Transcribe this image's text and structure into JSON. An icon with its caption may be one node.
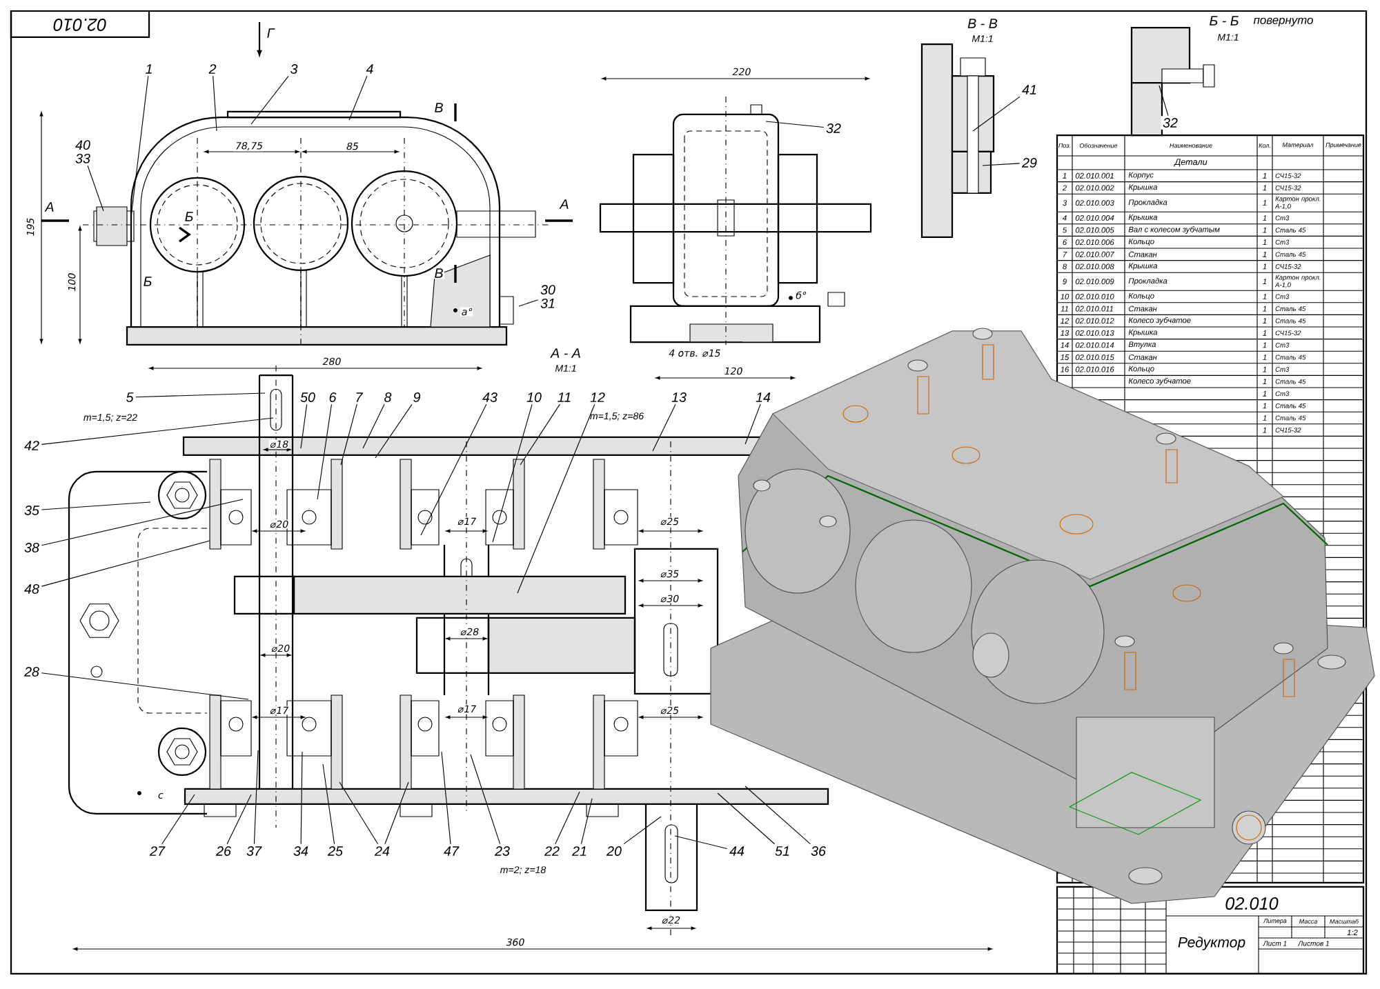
{
  "diagram": {
    "nodes": [
      {
        "text": [
          "1"
        ]
      },
      {
        "text": [
          "2"
        ]
      },
      {
        "text": [
          "3"
        ]
      },
      {
        "text": [
          "4"
        ]
      },
      {
        "text": [
          "40",
          "33"
        ]
      },
      {
        "text": [
          "30",
          "31"
        ]
      },
      {
        "text": [
          "32"
        ]
      },
      {
        "text": [
          "41"
        ]
      },
      {
        "text": [
          "29"
        ]
      },
      {
        "text": [
          "32"
        ]
      },
      {
        "text": [
          "5"
        ],
        "beside": [
          "m=1,5; z=22"
        ]
      },
      {
        "text": [
          "42"
        ]
      },
      {
        "text": [
          "50"
        ]
      },
      {
        "text": [
          "6"
        ]
      },
      {
        "text": [
          "7"
        ]
      },
      {
        "text": [
          "8"
        ]
      },
      {
        "text": [
          "9"
        ]
      },
      {
        "text": [
          "43"
        ]
      },
      {
        "text": [
          "10"
        ]
      },
      {
        "text": [
          "11"
        ]
      },
      {
        "text": [
          "12"
        ],
        "beside": [
          "m=1,5; z=86"
        ]
      },
      {
        "text": [
          "13"
        ]
      },
      {
        "text": [
          "14"
        ]
      },
      {
        "text": [
          "35"
        ]
      },
      {
        "text": [
          "38"
        ]
      },
      {
        "text": [
          "48"
        ]
      },
      {
        "text": [
          "28"
        ]
      },
      {
        "text": [
          "27"
        ]
      },
      {
        "text": [
          "26"
        ]
      },
      {
        "text": [
          "37"
        ]
      },
      {
        "text": [
          "34"
        ]
      },
      {
        "text": [
          "25"
        ]
      },
      {
        "text": [
          "24"
        ]
      },
      {
        "text": [
          "47"
        ]
      },
      {
        "text": [
          "23"
        ],
        "beside": [
          "m=2; z=18"
        ]
      },
      {
        "text": [
          "22"
        ]
      },
      {
        "text": [
          "21"
        ]
      },
      {
        "text": [
          "20"
        ]
      },
      {
        "text": [
          "44"
        ]
      },
      {
        "text": [
          "51"
        ]
      },
      {
        "text": [
          "36"
        ]
      }
    ],
    "edges": [
      {
        "from": 0,
        "to": null,
        "arrow": "none"
      },
      {
        "from": 1,
        "to": null,
        "arrow": "none"
      },
      {
        "from": 2,
        "to": null,
        "arrow": "none"
      },
      {
        "from": 3,
        "to": null,
        "arrow": "none"
      },
      {
        "from": 4,
        "to": null,
        "arrow": "none"
      },
      {
        "from": 5,
        "to": null,
        "arrow": "none"
      },
      {
        "from": 6,
        "to": null,
        "arrow": "none"
      },
      {
        "from": 7,
        "to": null,
        "arrow": "none"
      },
      {
        "from": 8,
        "to": null,
        "arrow": "none"
      },
      {
        "from": 9,
        "to": null,
        "arrow": "none"
      },
      {
        "from": 10,
        "to": null,
        "arrow": "none"
      },
      {
        "from": 11,
        "to": null,
        "arrow": "none"
      },
      {
        "from": 12,
        "to": null,
        "arrow": "none"
      },
      {
        "from": 13,
        "to": null,
        "arrow": "none"
      },
      {
        "from": 14,
        "to": null,
        "arrow": "none"
      },
      {
        "from": 15,
        "to": null,
        "arrow": "none"
      },
      {
        "from": 16,
        "to": null,
        "arrow": "none"
      },
      {
        "from": 17,
        "to": null,
        "arrow": "none"
      },
      {
        "from": 18,
        "to": null,
        "arrow": "none"
      },
      {
        "from": 19,
        "to": null,
        "arrow": "none"
      },
      {
        "from": 20,
        "to": null,
        "arrow": "none"
      },
      {
        "from": 21,
        "to": null,
        "arrow": "none"
      },
      {
        "from": 22,
        "to": null,
        "arrow": "none"
      },
      {
        "from": 23,
        "to": null,
        "arrow": "none"
      },
      {
        "from": 24,
        "to": null,
        "arrow": "none"
      },
      {
        "from": 25,
        "to": null,
        "arrow": "none"
      },
      {
        "from": 26,
        "to": null,
        "arrow": "none"
      },
      {
        "from": 27,
        "to": null,
        "arrow": "none"
      },
      {
        "from": 28,
        "to": null,
        "arrow": "none"
      },
      {
        "from": 29,
        "to": null,
        "arrow": "none"
      },
      {
        "from": 30,
        "to": null,
        "arrow": "none"
      },
      {
        "from": 31,
        "to": null,
        "arrow": "none"
      },
      {
        "from": 32,
        "to": null,
        "arrow": "none"
      },
      {
        "from": 32,
        "to": null,
        "arrow": "none"
      },
      {
        "from": 33,
        "to": null,
        "arrow": "none"
      },
      {
        "from": 34,
        "to": null,
        "arrow": "none"
      },
      {
        "from": 35,
        "to": null,
        "arrow": "none"
      },
      {
        "from": 36,
        "to": null,
        "arrow": "none"
      },
      {
        "from": 37,
        "to": null,
        "arrow": "none"
      },
      {
        "from": 38,
        "to": null,
        "arrow": "none"
      },
      {
        "from": 39,
        "to": null,
        "arrow": "none"
      },
      {
        "from": 40,
        "to": null,
        "arrow": "none"
      }
    ],
    "labels": [
      "02.010",
      "Г",
      "78,75",
      "85",
      "195",
      "100",
      "280",
      "А",
      "А",
      "Б",
      "Б",
      "В",
      "В",
      "a°",
      "220",
      "4 отв. ⌀15",
      "120",
      "б°",
      "В - В",
      "М1:1",
      "Б - Б",
      "повернуто",
      "М1:1",
      "А - А",
      "М1:1",
      "⌀18",
      "⌀20",
      "⌀17",
      "⌀25",
      "⌀35",
      "⌀30",
      "⌀20",
      "⌀28",
      "⌀17",
      "⌀17",
      "⌀25",
      "⌀22",
      "360",
      "c",
      "Поз.",
      "Обозначение",
      "Наименование",
      "Кол.",
      "Материал",
      "Примечание",
      "Детали",
      "1",
      "02.010.001",
      "Корпус",
      "1",
      "СЧ15-32",
      "2",
      "02.010.002",
      "Крышка",
      "1",
      "СЧ15-32",
      "3",
      "02.010.003",
      "Прокладка",
      "1",
      "Картон прокл. А-1,0",
      "4",
      "02.010.004",
      "Крышка",
      "1",
      "Ст3",
      "5",
      "02.010.005",
      "Вал с колесом зубчатым",
      "1",
      "Сталь 45",
      "6",
      "02.010.006",
      "Кольцо",
      "1",
      "Ст3",
      "7",
      "02.010.007",
      "Стакан",
      "1",
      "Сталь 45",
      "8",
      "02.010.008",
      "Крышка",
      "1",
      "СЧ15-32",
      "9",
      "02.010.009",
      "Прокладка",
      "1",
      "Картон прокл. А-1,0",
      "10",
      "02.010.010",
      "Кольцо",
      "1",
      "Ст3",
      "11",
      "02.010.011",
      "Стакан",
      "1",
      "Сталь 45",
      "12",
      "02.010.012",
      "Колесо зубчатое",
      "1",
      "Сталь 45",
      "13",
      "02.010.013",
      "Крышка",
      "1",
      "СЧ15-32",
      "14",
      "02.010.014",
      "Втулка",
      "1",
      "Ст3",
      "15",
      "02.010.015",
      "Стакан",
      "1",
      "Сталь 45",
      "16",
      "02.010.016",
      "Кольцо",
      "1",
      "Ст3",
      "Колесо зубчатое",
      "1",
      "Сталь 45",
      "1",
      "Ст3",
      "1",
      "Сталь 45",
      "1",
      "Сталь 45",
      "1",
      "СЧ15-32",
      "02.010",
      "Редуктор",
      "Литера",
      "Масса",
      "Масштаб",
      "1:2",
      "Лист 1",
      "Листов 1"
    ]
  }
}
